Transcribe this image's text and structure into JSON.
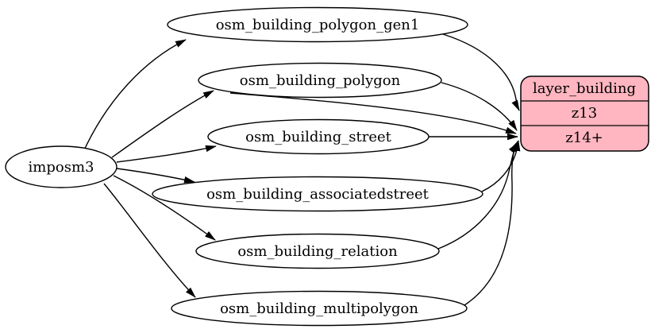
{
  "diagram": {
    "background_color": "#ffffff",
    "edge_color": "#000000",
    "node_stroke_color": "#000000",
    "table_fill_color": "#ffffff",
    "source": {
      "label": "imposm3"
    },
    "tables": [
      {
        "label": "osm_building_polygon_gen1"
      },
      {
        "label": "osm_building_polygon"
      },
      {
        "label": "osm_building_street"
      },
      {
        "label": "osm_building_associatedstreet"
      },
      {
        "label": "osm_building_relation"
      },
      {
        "label": "osm_building_multipolygon"
      }
    ],
    "layer": {
      "title": "layer_building",
      "rows": [
        "z13",
        "z14+"
      ],
      "fill_color": "#ffb6c1"
    },
    "edges": [
      {
        "from": "imposm3",
        "to": "osm_building_polygon_gen1"
      },
      {
        "from": "imposm3",
        "to": "osm_building_polygon"
      },
      {
        "from": "imposm3",
        "to": "osm_building_street"
      },
      {
        "from": "imposm3",
        "to": "osm_building_associatedstreet"
      },
      {
        "from": "imposm3",
        "to": "osm_building_relation"
      },
      {
        "from": "imposm3",
        "to": "osm_building_multipolygon"
      },
      {
        "from": "osm_building_polygon_gen1",
        "to": "layer_building:z13"
      },
      {
        "from": "osm_building_polygon",
        "to": "layer_building:z14+"
      },
      {
        "from": "osm_building_street",
        "to": "layer_building:z14+"
      },
      {
        "from": "osm_building_associatedstreet",
        "to": "layer_building:z14+"
      },
      {
        "from": "osm_building_relation",
        "to": "layer_building:z14+"
      },
      {
        "from": "osm_building_multipolygon",
        "to": "layer_building:z14+"
      }
    ]
  }
}
